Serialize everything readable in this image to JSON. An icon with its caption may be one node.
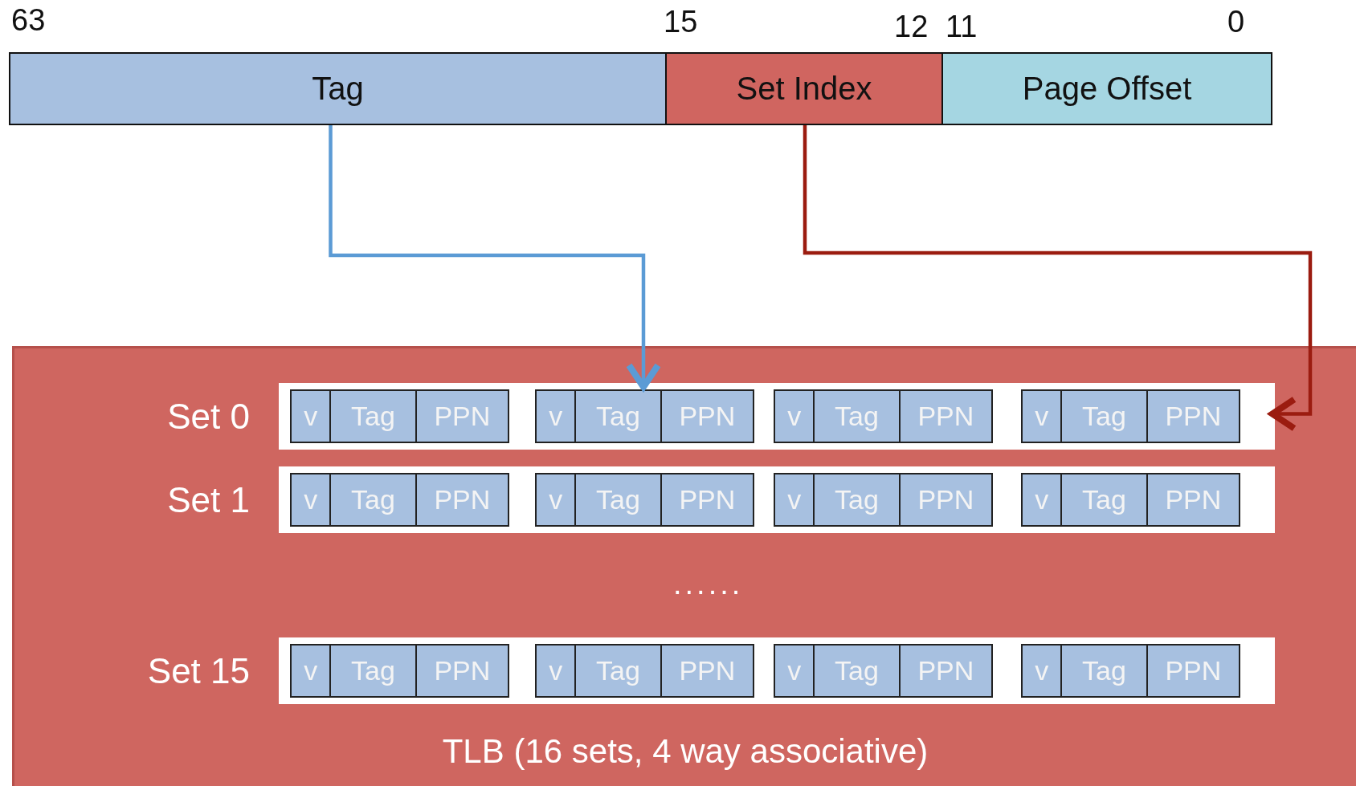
{
  "diagram": {
    "nodes": [
      {
        "text": [
          "Tag"
        ]
      },
      {
        "text": [
          "Set Index"
        ]
      },
      {
        "text": [
          "Page Offset"
        ]
      },
      {
        "text": [
          "TLB (16 sets, 4 way associative)"
        ]
      },
      {
        "text": [
          "Set 0"
        ],
        "in": 3
      },
      {
        "text": [
          "v",
          "Tag",
          "PPN"
        ],
        "in": 4
      },
      {
        "text": [
          "v",
          "Tag",
          "PPN"
        ],
        "in": 4
      },
      {
        "text": [
          "v",
          "Tag",
          "PPN"
        ],
        "in": 4
      },
      {
        "text": [
          "v",
          "Tag",
          "PPN"
        ],
        "in": 4
      },
      {
        "text": [
          "Set 1"
        ],
        "in": 3
      },
      {
        "text": [
          "v",
          "Tag",
          "PPN"
        ],
        "in": 9
      },
      {
        "text": [
          "v",
          "Tag",
          "PPN"
        ],
        "in": 9
      },
      {
        "text": [
          "v",
          "Tag",
          "PPN"
        ],
        "in": 9
      },
      {
        "text": [
          "v",
          "Tag",
          "PPN"
        ],
        "in": 9
      },
      {
        "text": [
          "Set 15"
        ],
        "in": 3
      },
      {
        "text": [
          "v",
          "Tag",
          "PPN"
        ],
        "in": 14
      },
      {
        "text": [
          "v",
          "Tag",
          "PPN"
        ],
        "in": 14
      },
      {
        "text": [
          "v",
          "Tag",
          "PPN"
        ],
        "in": 14
      },
      {
        "text": [
          "v",
          "Tag",
          "PPN"
        ],
        "in": 14
      }
    ],
    "edges": [
      {
        "from": 0,
        "to": 6,
        "arrow": "to",
        "color": "#5b9bd5"
      },
      {
        "from": 1,
        "to": 4,
        "arrow": "to",
        "color": "#9b1c10"
      }
    ],
    "labels": [
      "63",
      "15",
      "12",
      "11",
      "0",
      "......"
    ]
  }
}
